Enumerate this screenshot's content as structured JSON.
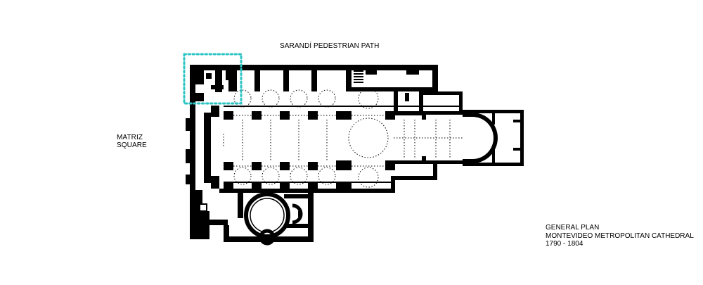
{
  "labels": {
    "street": "SARANDÍ PEDESTRIAN PATH",
    "square_line1": "MATRIZ",
    "square_line2": "SQUARE"
  },
  "title_block": {
    "line1": "GENERAL PLAN",
    "line2": "MONTEVIDEO METROPOLITAN CATHEDRAL",
    "line3": "1790 - 1804"
  },
  "colors": {
    "ink": "#000000",
    "paper": "#ffffff",
    "highlight": "#2ec4c4"
  }
}
